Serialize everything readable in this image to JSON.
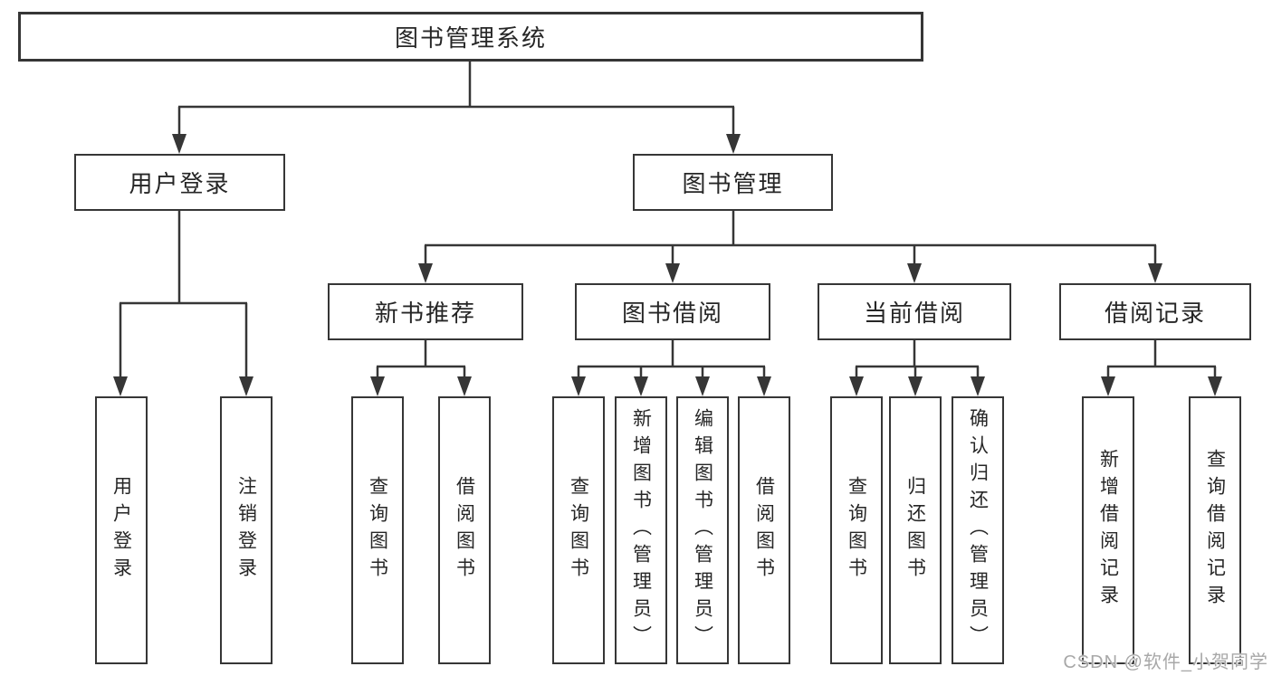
{
  "diagram": {
    "root": "图书管理系统",
    "branches": [
      {
        "label": "用户登录",
        "children": [
          "用户登录",
          "注销登录"
        ]
      },
      {
        "label": "图书管理",
        "sections": [
          {
            "label": "新书推荐",
            "children": [
              "查询图书",
              "借阅图书"
            ]
          },
          {
            "label": "图书借阅",
            "children": [
              "查询图书",
              "新增图书（管理员）",
              "编辑图书（管理员）",
              "借阅图书"
            ]
          },
          {
            "label": "当前借阅",
            "children": [
              "查询图书",
              "归还图书",
              "确认归还（管理员）"
            ]
          },
          {
            "label": "借阅记录",
            "children": [
              "新增借阅记录",
              "查询借阅记录"
            ]
          }
        ]
      }
    ]
  },
  "watermark": "CSDN @软件_小贺同学",
  "colors": {
    "line": "#363636",
    "text": "#262626",
    "watermark": "#a8a8a8",
    "background": "#ffffff"
  }
}
